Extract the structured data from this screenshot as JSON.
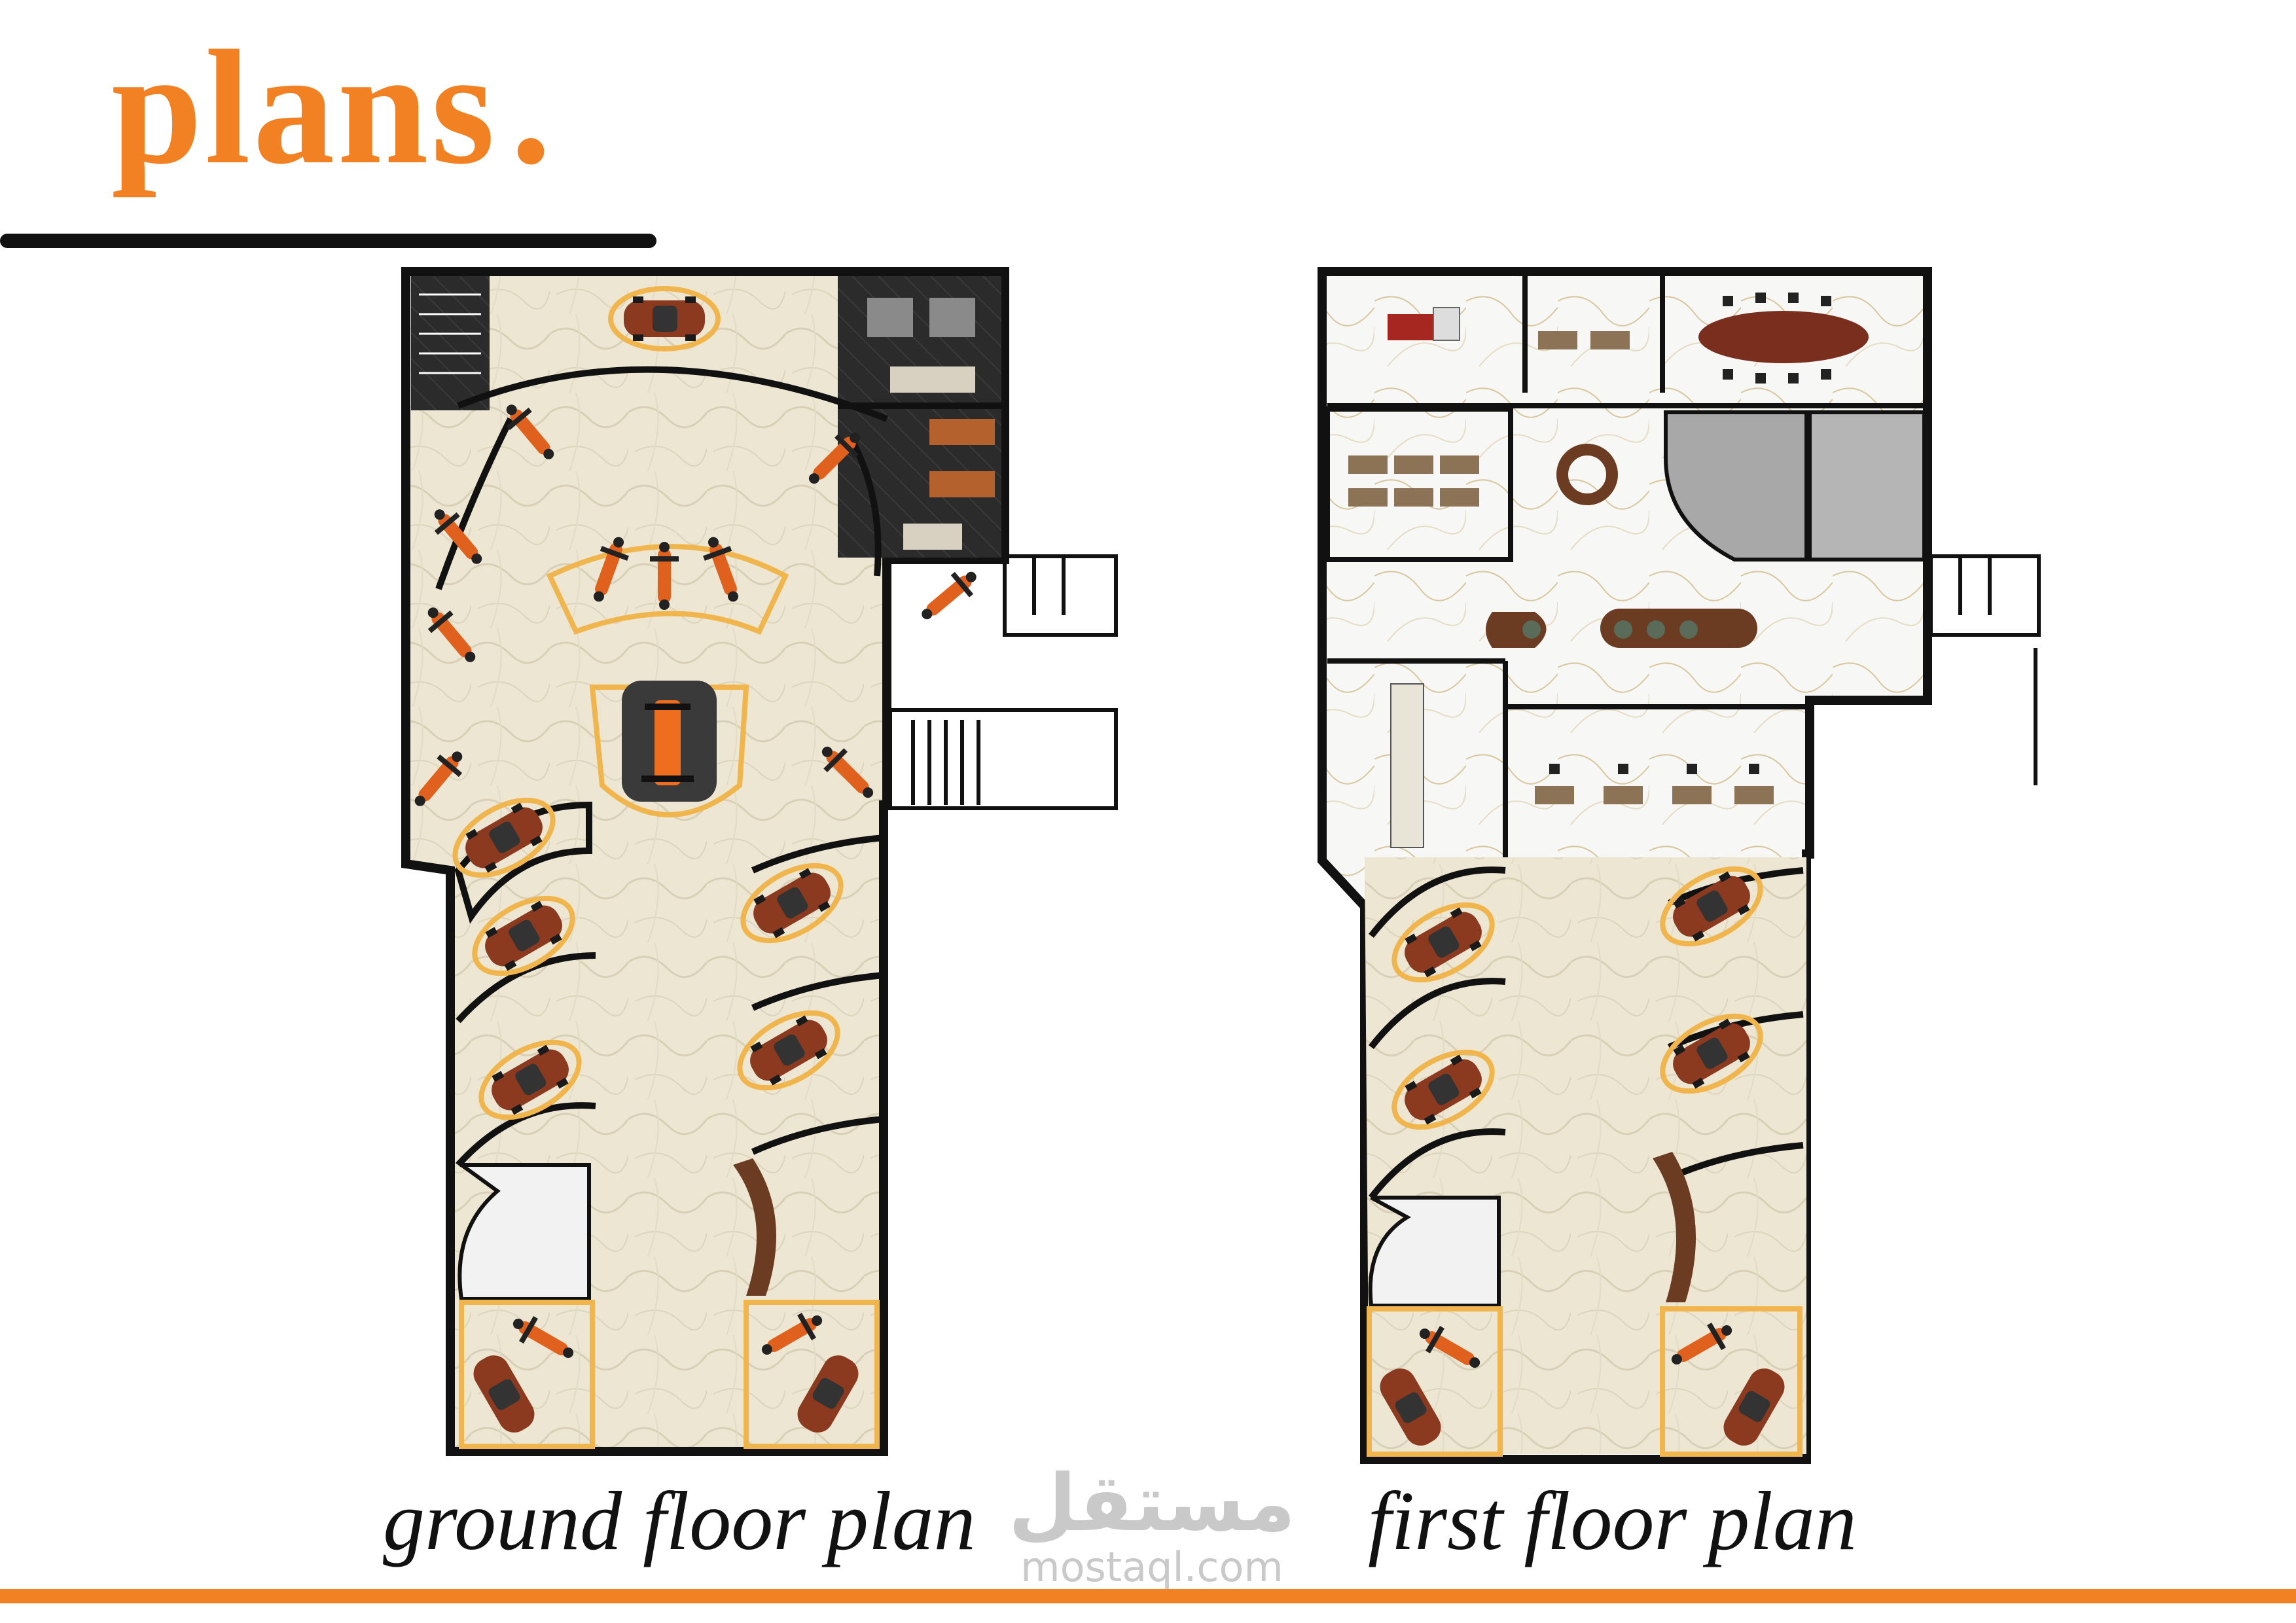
{
  "title": {
    "text": "plans",
    "dot": ".",
    "color": "#f28123"
  },
  "colors": {
    "accent": "#f28123",
    "wall": "#111111",
    "marble": "#ece4d0",
    "marble_white": "#f6f6f3",
    "display_ring": "#f0b54d",
    "car_body": "#8b3a1f",
    "bike_body": "#e0601d",
    "wood": "#6b3b22",
    "floor_dark": "#2a2a2a"
  },
  "plans": [
    {
      "id": "ground",
      "caption": "ground floor plan"
    },
    {
      "id": "first",
      "caption": "first  floor plan"
    }
  ],
  "watermark": {
    "arabic": "مستقل",
    "latin": "mostaql.com"
  },
  "icons": [
    "car-icon",
    "motorcycle-icon",
    "formula-car-icon",
    "desk-icon",
    "chair-icon",
    "stair-icon"
  ]
}
